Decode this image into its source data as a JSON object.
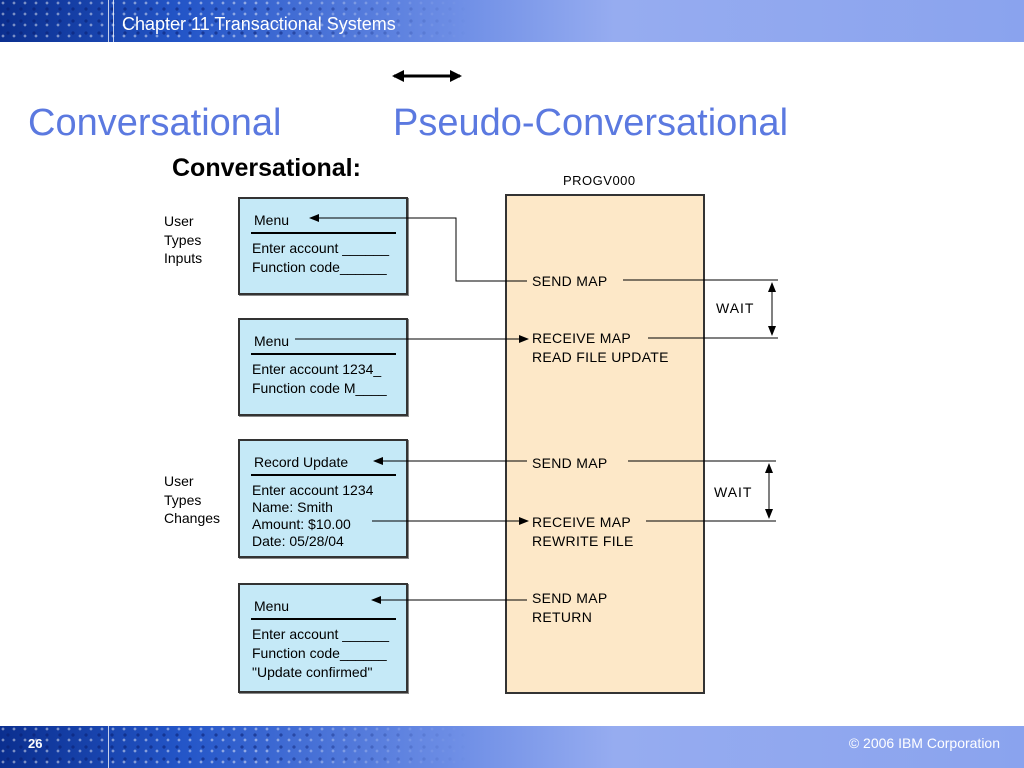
{
  "header": {
    "title": "Chapter 11 Transactional Systems"
  },
  "footer": {
    "page_number": "26",
    "copyright": "© 2006 IBM Corporation"
  },
  "title": {
    "left": "Conversational",
    "right": "Pseudo-Conversational"
  },
  "subtitle": "Conversational:",
  "labels": {
    "user_inputs": "User\nTypes\nInputs",
    "user_changes": "User\nTypes\nChanges"
  },
  "screens": [
    {
      "header": "Menu",
      "lines": [
        "Enter account ______",
        "Function code______"
      ]
    },
    {
      "header": "Menu",
      "lines": [
        "Enter account  1234_",
        "Function code  M____"
      ]
    },
    {
      "header": "Record Update",
      "lines": [
        "Enter account  1234",
        "Name: Smith",
        "Amount: $10.00",
        "Date: 05/28/04"
      ]
    },
    {
      "header": "Menu",
      "lines": [
        "Enter account ______",
        "Function code______",
        "\"Update confirmed\""
      ]
    }
  ],
  "program": {
    "name": "PROGV000",
    "ops": {
      "send_map_1": "SEND MAP",
      "receive_map_1": "RECEIVE MAP",
      "read_file_update": "READ FILE UPDATE",
      "send_map_2": "SEND MAP",
      "receive_map_2": "RECEIVE MAP",
      "rewrite_file": "REWRITE FILE",
      "send_map_3": "SEND MAP",
      "return": "RETURN"
    }
  },
  "waits": [
    "WAIT",
    "WAIT"
  ]
}
